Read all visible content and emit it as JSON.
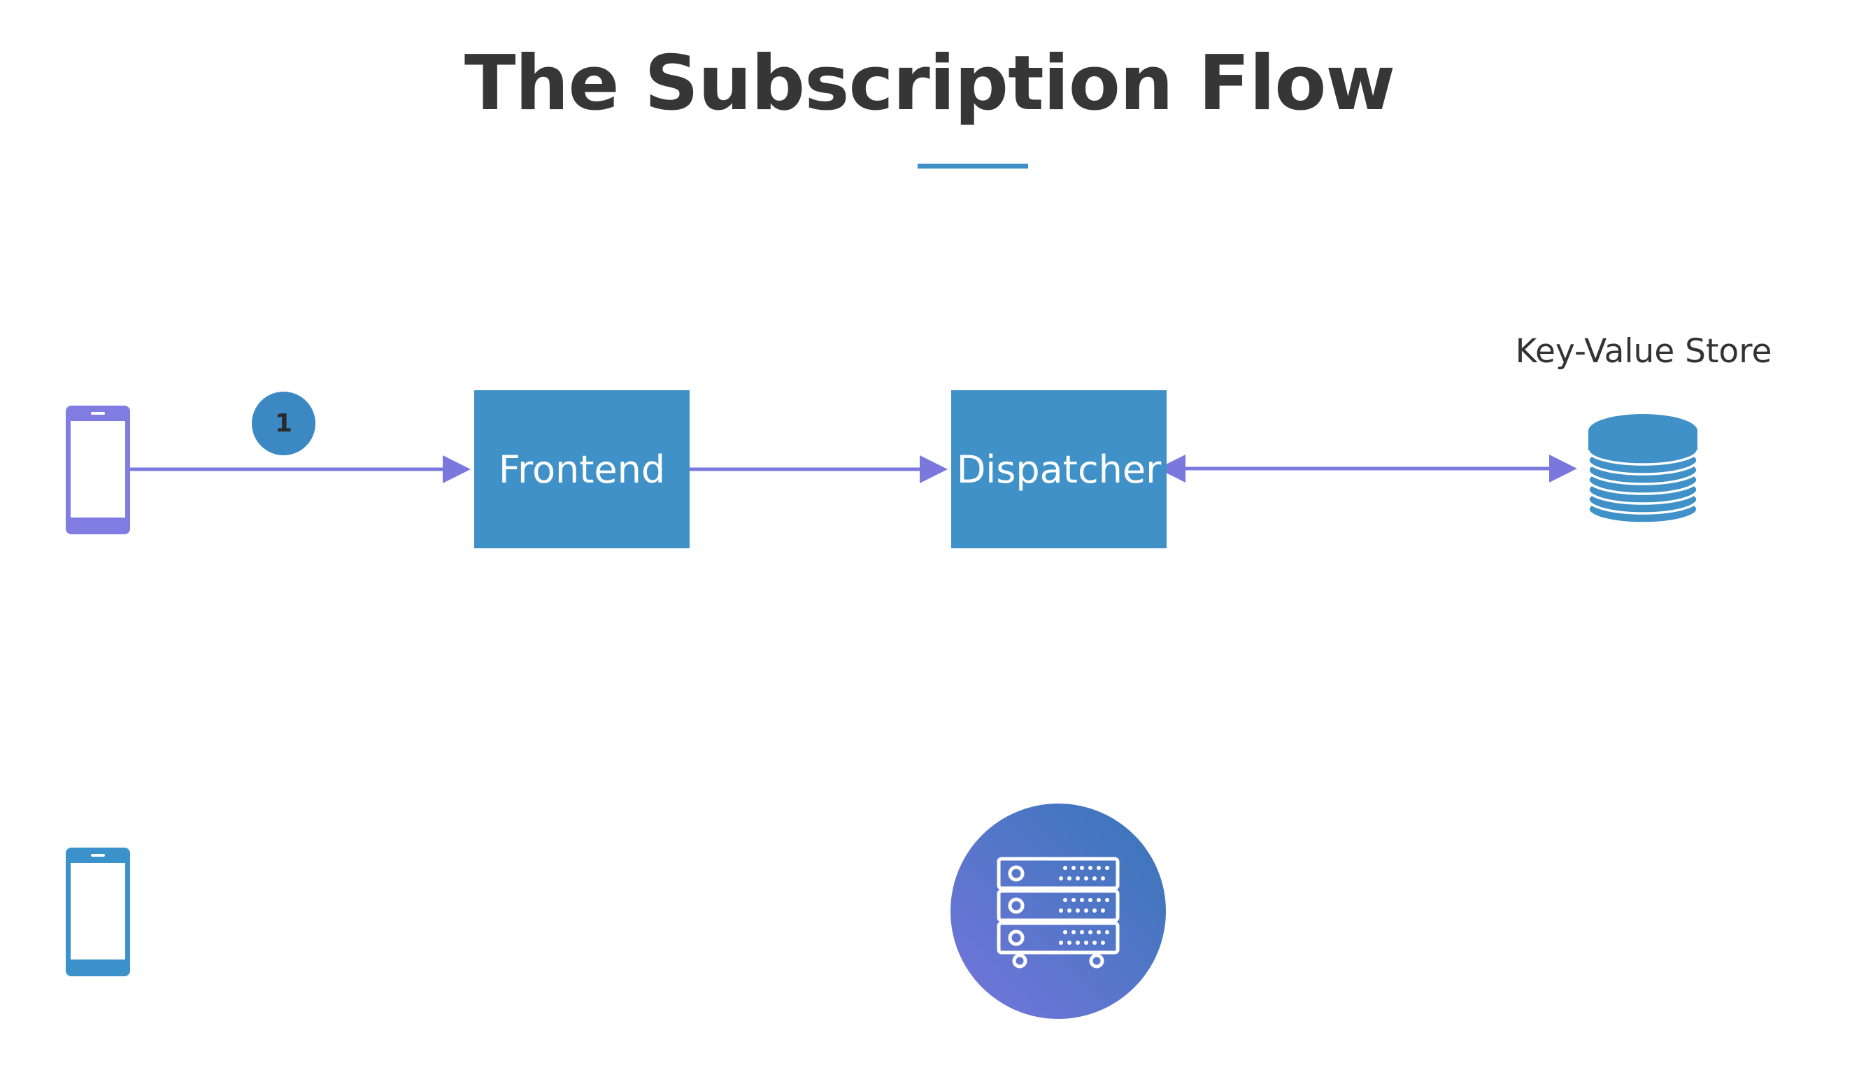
{
  "title": "The Subscription Flow",
  "nodes": {
    "frontend": "Frontend",
    "dispatcher": "Dispatcher",
    "store_label": "Key-Value Store"
  },
  "step_badge": "1",
  "icons": {
    "device_top": "smartphone-icon",
    "device_bottom": "smartphone-icon",
    "store": "database-icon",
    "server": "server-rack-icon"
  },
  "colors": {
    "title": "#363636",
    "accent": "#3f8fc6",
    "box": "#3f91c8",
    "arrow": "#7b78dd",
    "phone_purple": "#7f7de2",
    "phone_blue": "#3b92cb",
    "server_gradient_start": "#7575dc",
    "server_gradient_end": "#3676b7"
  }
}
